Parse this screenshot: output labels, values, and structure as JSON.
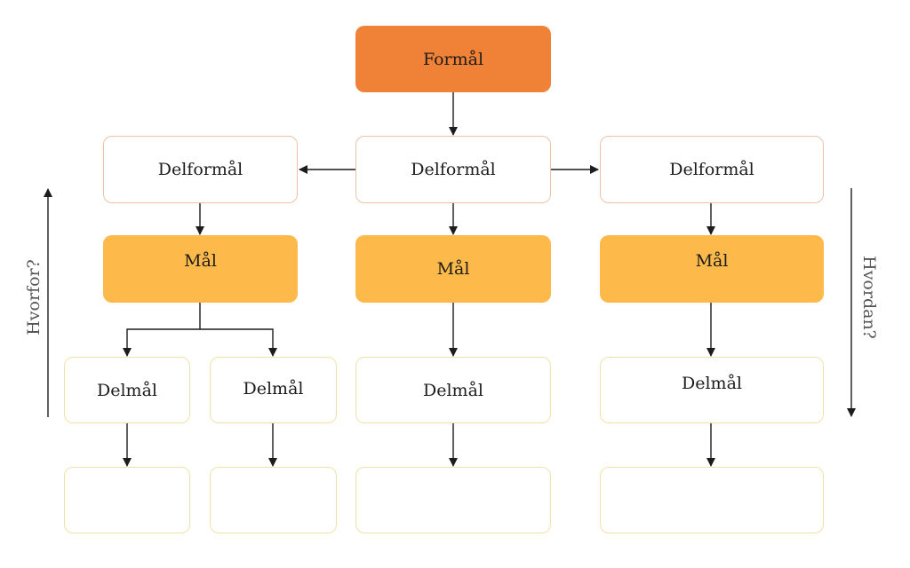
{
  "diagram": {
    "top": {
      "label": "Formål"
    },
    "delformaal": [
      {
        "label": "Delformål"
      },
      {
        "label": "Delformål"
      },
      {
        "label": "Delformål"
      }
    ],
    "maal": [
      {
        "label": "Mål"
      },
      {
        "label": "Mål"
      },
      {
        "label": "Mål"
      }
    ],
    "delmaal": [
      {
        "label": "Delmål"
      },
      {
        "label": "Delmål"
      },
      {
        "label": "Delmål"
      },
      {
        "label": "Delmål"
      }
    ],
    "side_labels": {
      "left": "Hvorfor?",
      "right": "Hvordan?"
    }
  },
  "colors": {
    "top_fill": "#f08238",
    "maal_fill": "#fdb949",
    "delformaal_border": "#e9c3a8",
    "delmaal_border": "#f2e2a6",
    "arrow": "#1c1c1c"
  }
}
